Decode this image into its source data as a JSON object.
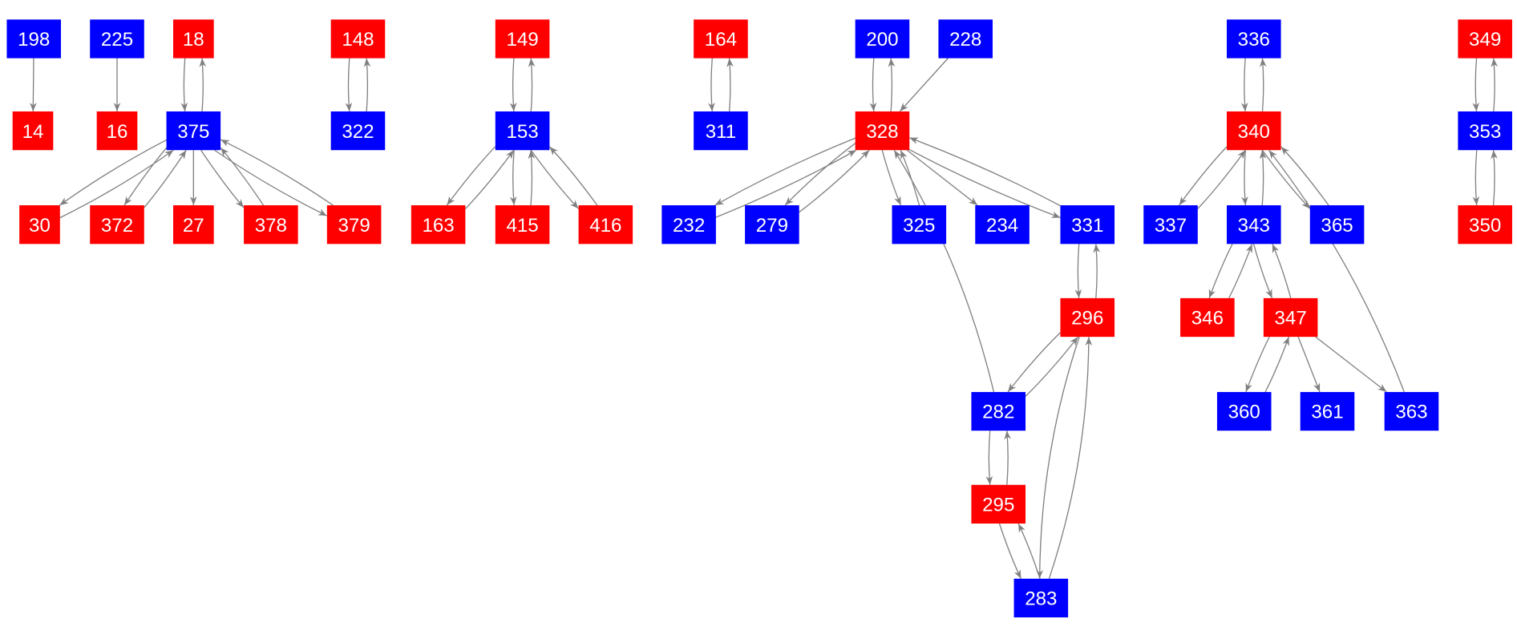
{
  "colors": {
    "red": "#ff0000",
    "blue": "#0000ff",
    "edge": "#808080"
  },
  "nodes": [
    {
      "id": "198",
      "color": "blue"
    },
    {
      "id": "225",
      "color": "blue"
    },
    {
      "id": "18",
      "color": "red"
    },
    {
      "id": "148",
      "color": "red"
    },
    {
      "id": "149",
      "color": "red"
    },
    {
      "id": "164",
      "color": "red"
    },
    {
      "id": "200",
      "color": "blue"
    },
    {
      "id": "228",
      "color": "blue"
    },
    {
      "id": "336",
      "color": "blue"
    },
    {
      "id": "349",
      "color": "red"
    },
    {
      "id": "14",
      "color": "red"
    },
    {
      "id": "16",
      "color": "red"
    },
    {
      "id": "375",
      "color": "blue"
    },
    {
      "id": "322",
      "color": "blue"
    },
    {
      "id": "153",
      "color": "blue"
    },
    {
      "id": "311",
      "color": "blue"
    },
    {
      "id": "328",
      "color": "red"
    },
    {
      "id": "340",
      "color": "red"
    },
    {
      "id": "353",
      "color": "blue"
    },
    {
      "id": "30",
      "color": "red"
    },
    {
      "id": "372",
      "color": "red"
    },
    {
      "id": "27",
      "color": "red"
    },
    {
      "id": "378",
      "color": "red"
    },
    {
      "id": "379",
      "color": "red"
    },
    {
      "id": "163",
      "color": "red"
    },
    {
      "id": "415",
      "color": "red"
    },
    {
      "id": "416",
      "color": "red"
    },
    {
      "id": "232",
      "color": "blue"
    },
    {
      "id": "279",
      "color": "blue"
    },
    {
      "id": "325",
      "color": "blue"
    },
    {
      "id": "234",
      "color": "blue"
    },
    {
      "id": "331",
      "color": "blue"
    },
    {
      "id": "337",
      "color": "blue"
    },
    {
      "id": "343",
      "color": "blue"
    },
    {
      "id": "365",
      "color": "blue"
    },
    {
      "id": "350",
      "color": "red"
    },
    {
      "id": "296",
      "color": "red"
    },
    {
      "id": "346",
      "color": "red"
    },
    {
      "id": "347",
      "color": "red"
    },
    {
      "id": "282",
      "color": "blue"
    },
    {
      "id": "360",
      "color": "blue"
    },
    {
      "id": "361",
      "color": "blue"
    },
    {
      "id": "363",
      "color": "blue"
    },
    {
      "id": "295",
      "color": "red"
    },
    {
      "id": "283",
      "color": "blue"
    }
  ],
  "edges": [
    [
      "198",
      "14"
    ],
    [
      "225",
      "16"
    ],
    [
      "18",
      "375"
    ],
    [
      "375",
      "18"
    ],
    [
      "148",
      "322"
    ],
    [
      "322",
      "148"
    ],
    [
      "149",
      "153"
    ],
    [
      "153",
      "149"
    ],
    [
      "164",
      "311"
    ],
    [
      "311",
      "164"
    ],
    [
      "200",
      "328"
    ],
    [
      "328",
      "200"
    ],
    [
      "228",
      "328"
    ],
    [
      "336",
      "340"
    ],
    [
      "340",
      "336"
    ],
    [
      "349",
      "353"
    ],
    [
      "353",
      "349"
    ],
    [
      "353",
      "350"
    ],
    [
      "350",
      "353"
    ],
    [
      "375",
      "30"
    ],
    [
      "30",
      "375"
    ],
    [
      "375",
      "372"
    ],
    [
      "372",
      "375"
    ],
    [
      "375",
      "27"
    ],
    [
      "375",
      "378"
    ],
    [
      "378",
      "375"
    ],
    [
      "375",
      "379"
    ],
    [
      "379",
      "375"
    ],
    [
      "153",
      "163"
    ],
    [
      "163",
      "153"
    ],
    [
      "153",
      "415"
    ],
    [
      "415",
      "153"
    ],
    [
      "153",
      "416"
    ],
    [
      "416",
      "153"
    ],
    [
      "328",
      "232"
    ],
    [
      "232",
      "328"
    ],
    [
      "328",
      "279"
    ],
    [
      "279",
      "328"
    ],
    [
      "328",
      "325"
    ],
    [
      "325",
      "328"
    ],
    [
      "328",
      "234"
    ],
    [
      "328",
      "331"
    ],
    [
      "331",
      "328"
    ],
    [
      "331",
      "296"
    ],
    [
      "296",
      "331"
    ],
    [
      "296",
      "282"
    ],
    [
      "282",
      "296"
    ],
    [
      "282",
      "328"
    ],
    [
      "282",
      "295"
    ],
    [
      "295",
      "282"
    ],
    [
      "295",
      "283"
    ],
    [
      "283",
      "295"
    ],
    [
      "283",
      "296"
    ],
    [
      "296",
      "283"
    ],
    [
      "340",
      "337"
    ],
    [
      "337",
      "340"
    ],
    [
      "340",
      "343"
    ],
    [
      "343",
      "340"
    ],
    [
      "340",
      "365"
    ],
    [
      "365",
      "340"
    ],
    [
      "363",
      "340"
    ],
    [
      "343",
      "346"
    ],
    [
      "346",
      "343"
    ],
    [
      "343",
      "347"
    ],
    [
      "347",
      "343"
    ],
    [
      "347",
      "360"
    ],
    [
      "360",
      "347"
    ],
    [
      "347",
      "361"
    ],
    [
      "347",
      "363"
    ]
  ]
}
